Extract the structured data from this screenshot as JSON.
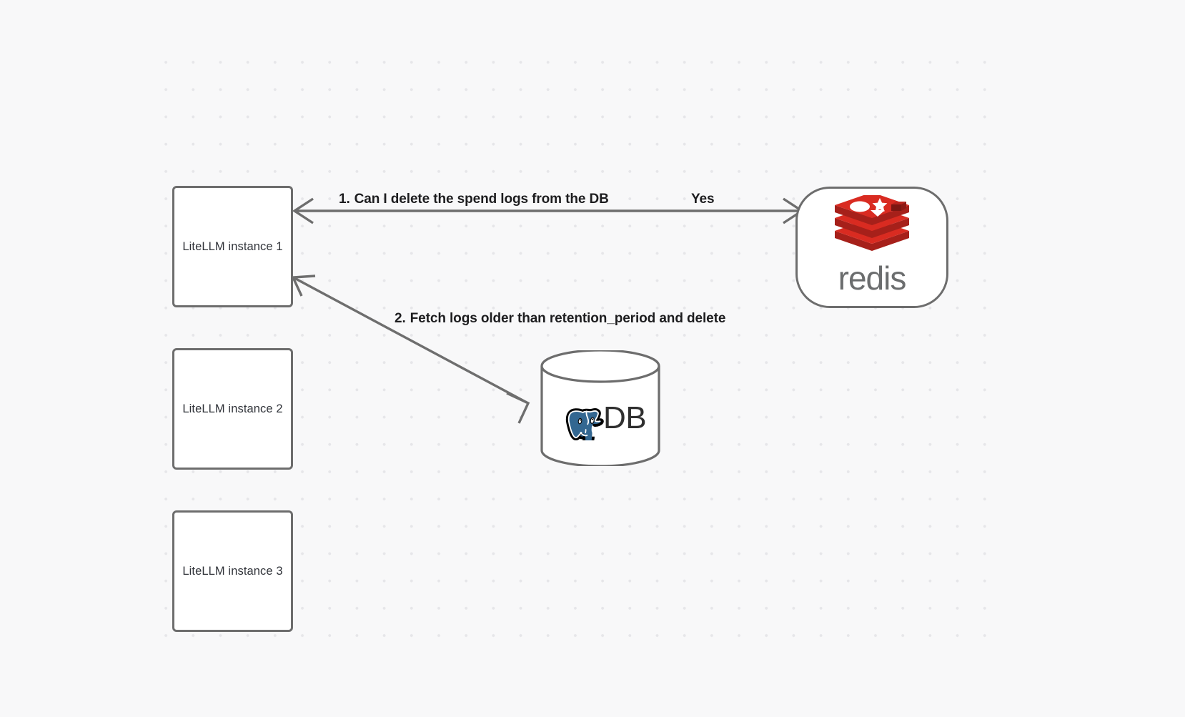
{
  "canvas": {
    "background_color": "#f8f8f9",
    "grid_dot_color": "#e6e6e9"
  },
  "nodes": {
    "instances": [
      {
        "id": "litellm-instance-1",
        "label": "LiteLLM instance 1"
      },
      {
        "id": "litellm-instance-2",
        "label": "LiteLLM instance 2"
      },
      {
        "id": "litellm-instance-3",
        "label": "LiteLLM instance 3"
      }
    ],
    "redis": {
      "id": "redis-node",
      "wordmark": "redis",
      "icon_name": "redis-logo-icon",
      "brand_color": "#d92b21",
      "brand_color_dark": "#a6201a",
      "wordmark_color": "#6b6d6e"
    },
    "database": {
      "id": "database-node",
      "label": "DB",
      "icon_name": "postgresql-elephant-icon",
      "elephant_color": "#336791",
      "border_color": "#6d6d6d"
    }
  },
  "edges": [
    {
      "id": "edge-redis",
      "number": "1.",
      "label": "Can I delete the spend logs from the DB",
      "reply_label": "Yes",
      "from": "litellm-instance-1",
      "to": "redis-node",
      "arrow": "double"
    },
    {
      "id": "edge-db",
      "number": "2.",
      "label": "Fetch logs older than retention_period and delete",
      "from": "litellm-instance-1",
      "to": "database-node",
      "arrow": "double"
    }
  ]
}
